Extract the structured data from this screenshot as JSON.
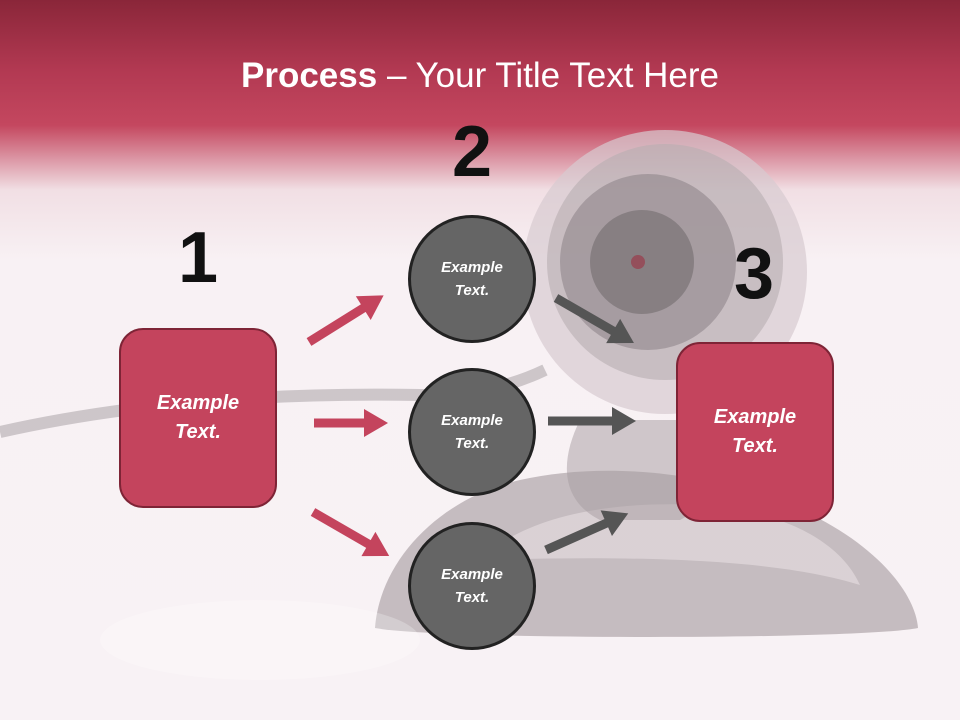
{
  "title": {
    "bold": "Process",
    "dash": " – ",
    "rest": "Your Title Text Here"
  },
  "steps": {
    "one": "1",
    "two": "2",
    "three": "3"
  },
  "left_box": {
    "line1": "Example",
    "line2": "Text."
  },
  "circles": [
    {
      "line1": "Example",
      "line2": "Text."
    },
    {
      "line1": "Example",
      "line2": "Text."
    },
    {
      "line1": "Example",
      "line2": "Text."
    }
  ],
  "right_box": {
    "line1": "Example",
    "line2": "Text."
  },
  "colors": {
    "header": "#b23952",
    "box_fill": "#c4445d",
    "box_border": "#7e2436",
    "circle_fill": "#656565",
    "pink_arrow": "#c4445d",
    "gray_arrow": "#555555"
  }
}
